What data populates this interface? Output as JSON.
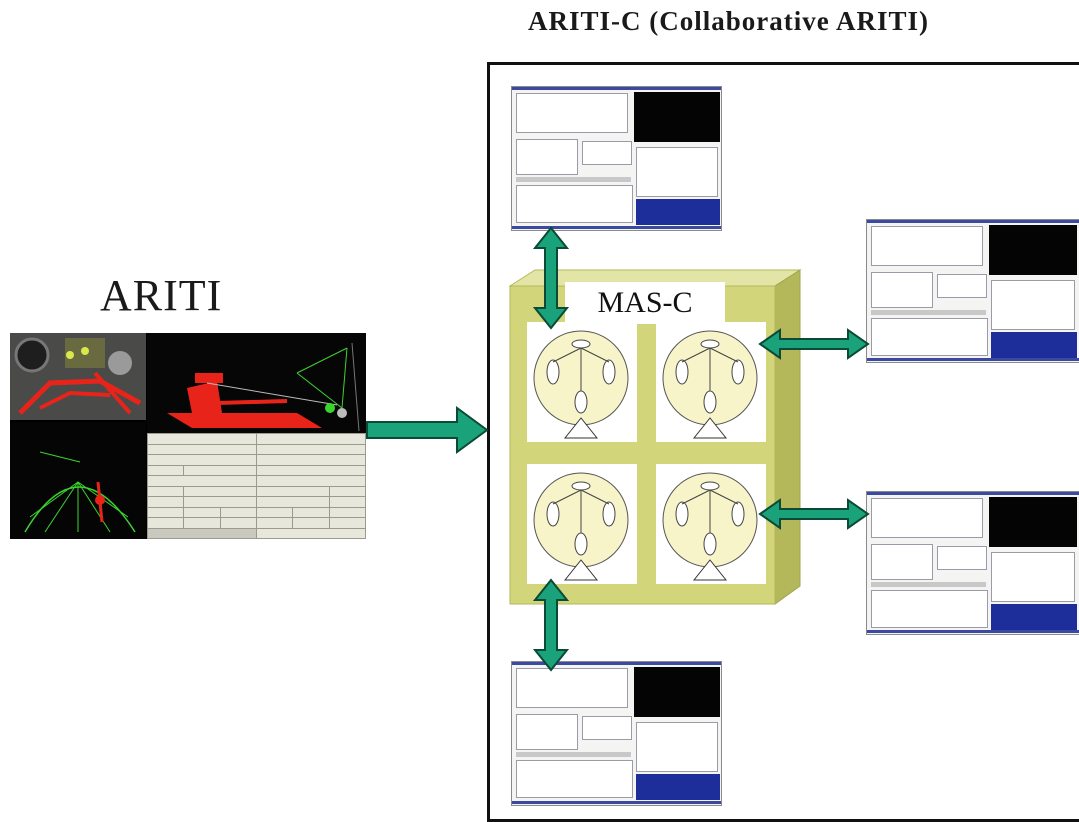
{
  "ariti_c_title": "ARITI-C   (Collaborative ARITI)",
  "ariti_title": "ARITI",
  "mas_label": "MAS-C",
  "colors": {
    "arrow_fill": "#1aa37a",
    "arrow_stroke": "#0b4a36",
    "box_face": "#d2d57a",
    "box_side": "#b4b75a",
    "box_top": "#e3e5a6",
    "agent_circle": "#f7f4c9",
    "robot_red": "#e8241a",
    "wire_green": "#3bd42f"
  },
  "icons": [
    "bidirectional-arrow-icon",
    "right-arrow-icon",
    "agent-node-icon"
  ]
}
